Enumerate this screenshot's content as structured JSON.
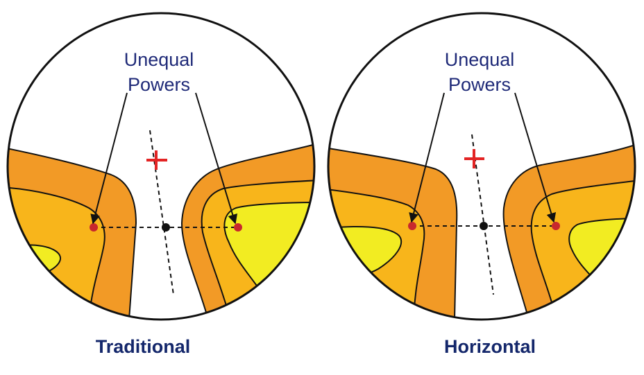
{
  "panels": [
    {
      "caption": "Traditional",
      "callout_line1": "Unequal",
      "callout_line2": "Powers"
    },
    {
      "caption": "Horizontal",
      "callout_line1": "Unequal",
      "callout_line2": "Powers"
    }
  ],
  "colors": {
    "outer_zone": "#f29a26",
    "middle_zone": "#f8b51b",
    "inner_zone": "#f2ec22",
    "outline": "#111111",
    "cross": "#e32424",
    "power_point": "#c8282d",
    "center_point": "#111111",
    "label_text": "#1f2a78",
    "caption_text": "#14276b"
  }
}
